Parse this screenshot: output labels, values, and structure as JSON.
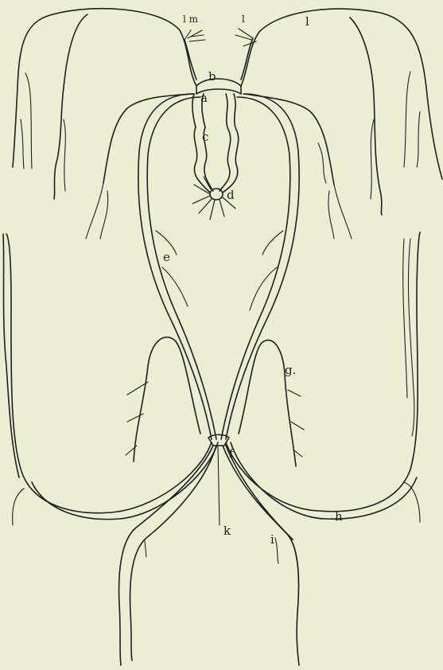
{
  "labels": {
    "a": "a",
    "b": "b",
    "c": "c",
    "d": "d",
    "e": "e",
    "f": "f",
    "g": "g.",
    "h": "h",
    "i": "i",
    "k": "k",
    "l": "l",
    "lm": "l m",
    "l2": "l"
  }
}
